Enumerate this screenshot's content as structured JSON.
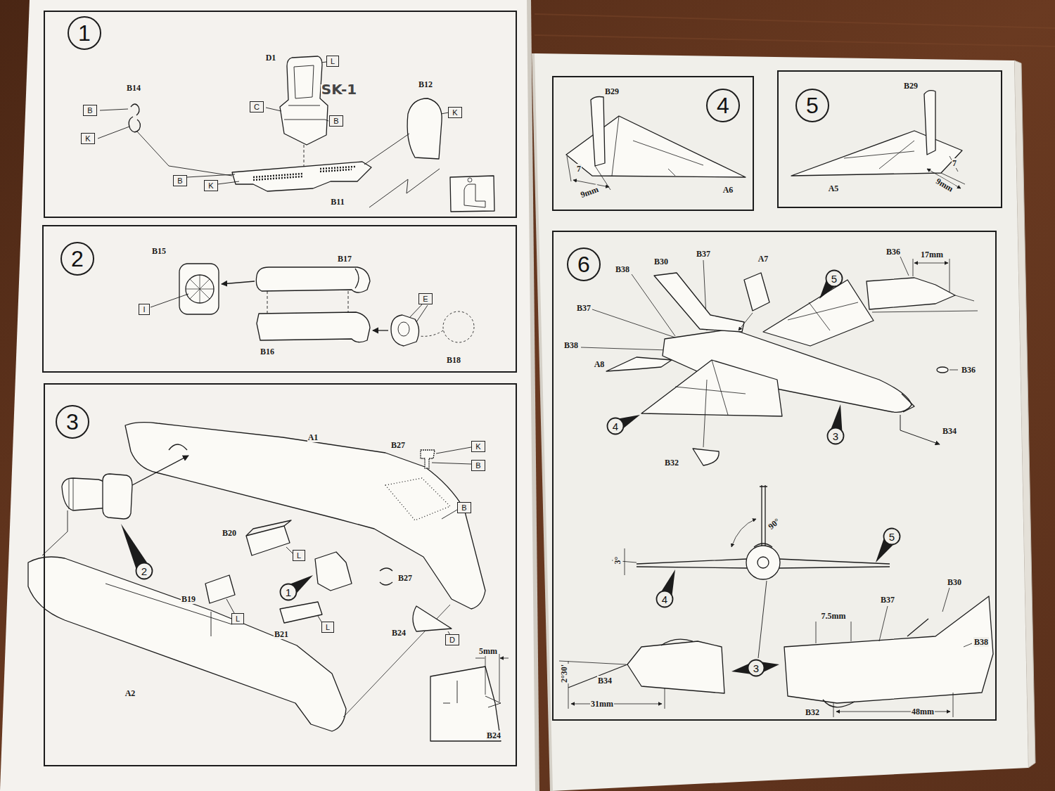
{
  "diagram": {
    "nodes": [
      {
        "text": [
          "1"
        ]
      },
      {
        "text": [
          "B"
        ],
        "in": 0
      },
      {
        "text": [
          "K"
        ],
        "in": 0
      },
      {
        "text": [
          "L"
        ],
        "in": 0
      },
      {
        "text": [
          "C"
        ],
        "in": 0
      },
      {
        "text": [
          "B"
        ],
        "in": 0
      },
      {
        "text": [
          "K"
        ],
        "in": 0
      },
      {
        "text": [
          "B"
        ],
        "in": 0
      },
      {
        "text": [
          "K"
        ],
        "in": 0
      },
      {
        "text": [
          "2"
        ]
      },
      {
        "text": [
          "I"
        ],
        "in": 9
      },
      {
        "text": [
          "E"
        ],
        "in": 9
      },
      {
        "text": [
          "3"
        ]
      },
      {
        "text": [
          "2"
        ],
        "in": 12
      },
      {
        "text": [
          "K"
        ],
        "in": 12
      },
      {
        "text": [
          "B"
        ],
        "in": 12
      },
      {
        "text": [
          "B"
        ],
        "in": 12
      },
      {
        "text": [
          "L"
        ],
        "in": 12
      },
      {
        "text": [
          "1"
        ],
        "in": 12
      },
      {
        "text": [
          "L"
        ],
        "in": 12
      },
      {
        "text": [
          "L"
        ],
        "in": 12
      },
      {
        "text": [
          "D"
        ],
        "in": 12
      },
      {
        "text": [
          "4"
        ]
      },
      {
        "text": [
          "5"
        ]
      },
      {
        "text": [
          "6"
        ]
      },
      {
        "text": [
          "5"
        ],
        "in": 24
      },
      {
        "text": [
          "4"
        ],
        "in": 24
      },
      {
        "text": [
          "3"
        ],
        "in": 24
      },
      {
        "text": [
          "5"
        ],
        "in": 24
      },
      {
        "text": [
          "4"
        ],
        "in": 24
      },
      {
        "text": [
          "3"
        ],
        "in": 24
      }
    ],
    "labels": [
      "B14",
      "D1",
      "SK-1",
      "B12",
      "B11",
      "B15",
      "B17",
      "B16",
      "B18",
      "A1",
      "B27",
      "B20",
      "B19",
      "B27",
      "B21",
      "B24",
      "5mm",
      "B24",
      "A2",
      "B29",
      "7",
      "9mm",
      "A6",
      "B29",
      "7",
      "9mm",
      "A5",
      "B38",
      "B30",
      "B37",
      "A7",
      "B36",
      "17mm",
      "B37",
      "B38",
      "A8",
      "B36",
      "B34",
      "B32",
      "90°",
      "3°",
      "B30",
      "B37",
      "7.5mm",
      "B38",
      "2°30'",
      "B34",
      "31mm",
      "B32",
      "48mm"
    ]
  }
}
